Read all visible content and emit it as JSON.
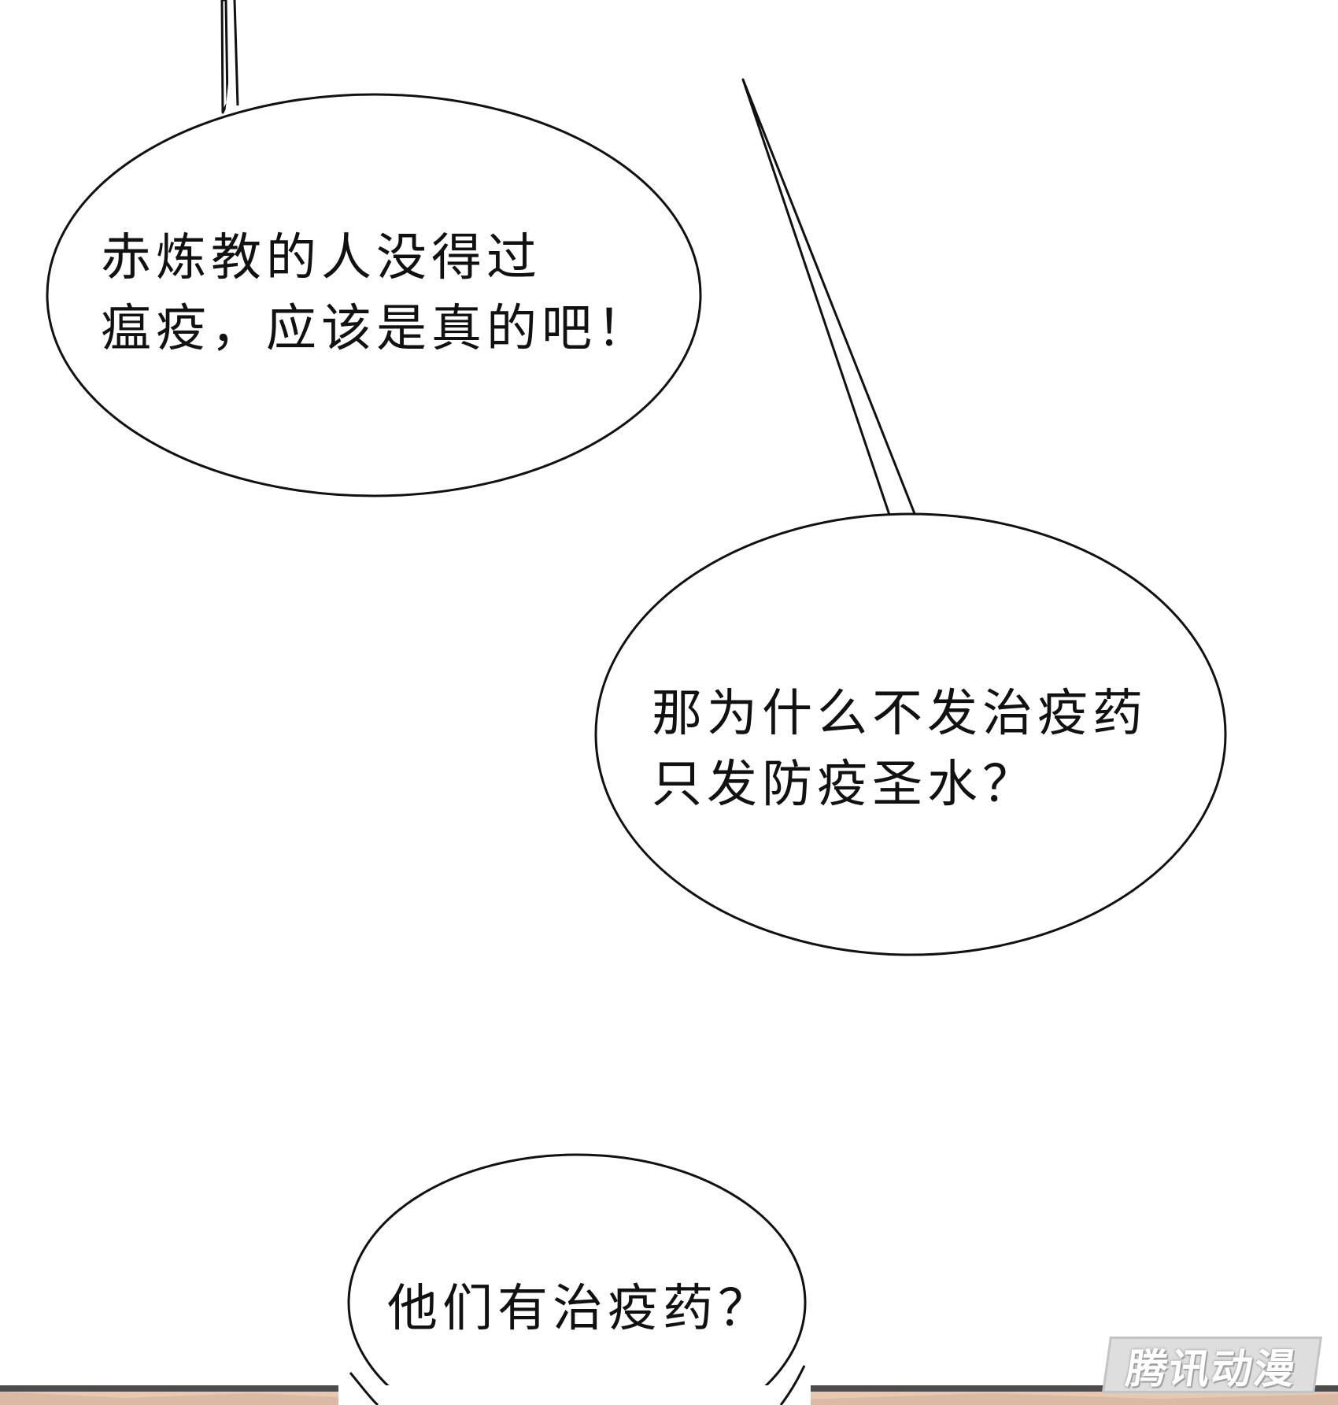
{
  "bubbles": [
    {
      "lines": [
        "赤炼教的人没得过",
        "瘟疫，应该是真的吧！"
      ]
    },
    {
      "lines": [
        "那为什么不发治疫药",
        "只发防疫圣水？"
      ]
    },
    {
      "lines": [
        "他们有治疫药？"
      ]
    }
  ],
  "watermark": {
    "text": "腾讯动漫"
  },
  "colors": {
    "background": "#ffffff",
    "outline": "#111111",
    "scene_bar": "#4b4b4b",
    "scene_warm": "#e7c9b2"
  }
}
